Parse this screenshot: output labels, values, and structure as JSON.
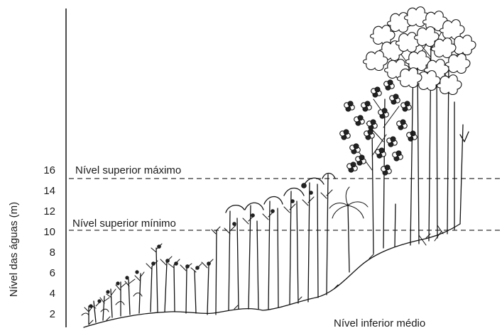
{
  "y_axis": {
    "label": "Nível das águas (m)",
    "ticks": [
      "2",
      "4",
      "6",
      "8",
      "10",
      "12",
      "14",
      "16"
    ]
  },
  "levels": {
    "max": {
      "label": "Nível superior máximo",
      "value": 15
    },
    "min": {
      "label": "Nível superior mínimo",
      "value": 10
    },
    "low": {
      "label": "Nível inferior médio"
    }
  }
}
